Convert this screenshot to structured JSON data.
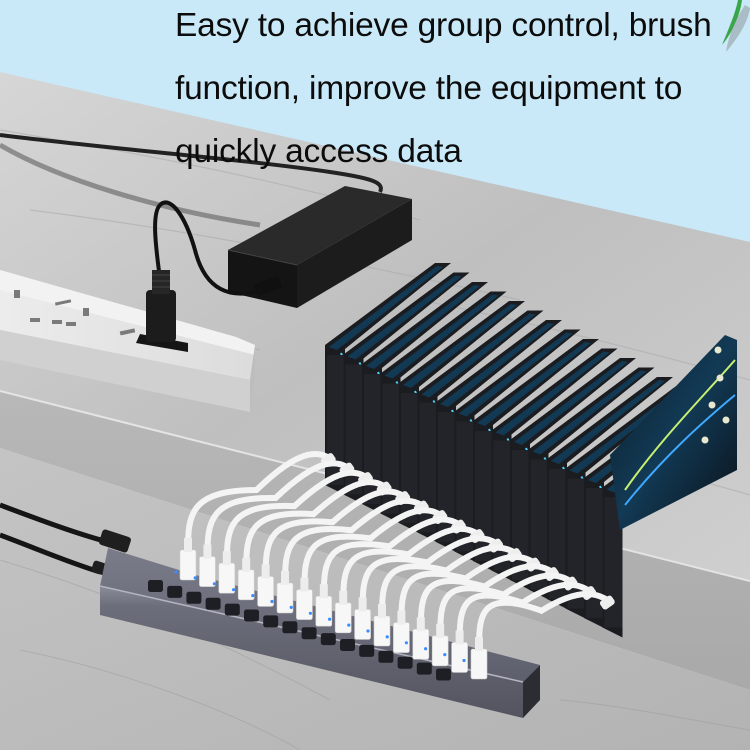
{
  "headline": {
    "lines": [
      "Easy to achieve group control, brush",
      "function, improve the equipment to",
      "quickly access data"
    ]
  },
  "scene": {
    "description": "Product photo: multi-port USB hub with per-port switches charging a row of smartphones on a marble surface",
    "hub": {
      "port_count": 16,
      "switch_count": 16,
      "indicator_led_color": "#3a8dff",
      "body_color": "#6f7180"
    },
    "phones": {
      "count": 16
    },
    "power_adapter": {
      "color": "#1c1c1c"
    },
    "power_strip": {
      "color": "#e8e8e8"
    },
    "colors": {
      "wall": "#c9e9f8",
      "marble": "#c8c8c8",
      "cable_white": "#f4f4f4",
      "text": "#0c0c0c",
      "leaf_green": "#3aa64a"
    }
  }
}
